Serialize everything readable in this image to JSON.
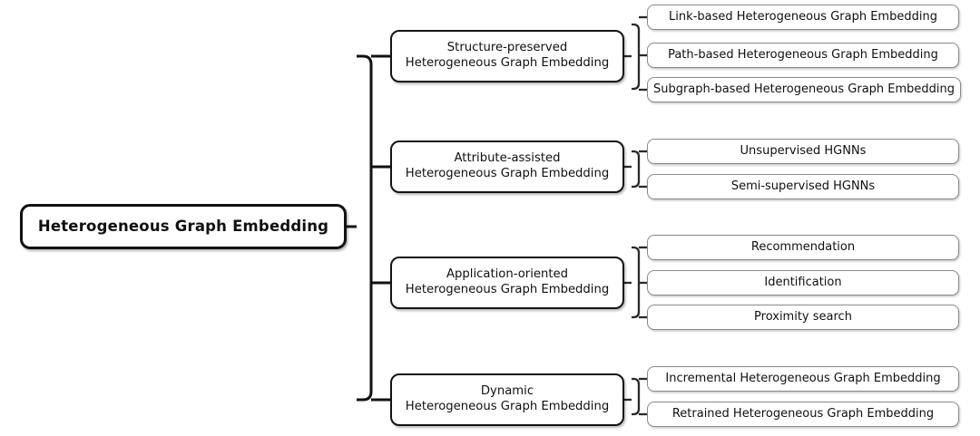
{
  "diagram": {
    "type": "tree-taxonomy",
    "title": "Heterogeneous Graph Embedding",
    "root": {
      "label": "Heterogeneous Graph Embedding"
    },
    "branches": [
      {
        "line1": "Structure-preserved",
        "line2": "Heterogeneous Graph Embedding",
        "children": [
          {
            "label": "Link-based Heterogeneous Graph Embedding"
          },
          {
            "label": "Path-based Heterogeneous Graph Embedding"
          },
          {
            "label": "Subgraph-based Heterogeneous Graph Embedding"
          }
        ]
      },
      {
        "line1": "Attribute-assisted",
        "line2": "Heterogeneous Graph Embedding",
        "children": [
          {
            "label": "Unsupervised HGNNs"
          },
          {
            "label": "Semi-supervised HGNNs"
          }
        ]
      },
      {
        "line1": "Application-oriented",
        "line2": "Heterogeneous Graph Embedding",
        "children": [
          {
            "label": "Recommendation"
          },
          {
            "label": "Identification"
          },
          {
            "label": "Proximity search"
          }
        ]
      },
      {
        "line1": "Dynamic",
        "line2": "Heterogeneous Graph Embedding",
        "children": [
          {
            "label": "Incremental Heterogeneous Graph Embedding"
          },
          {
            "label": "Retrained Heterogeneous Graph Embedding"
          }
        ]
      }
    ],
    "colors": {
      "background": "#ffffff",
      "root_border": "#111111",
      "branch_border": "#141414",
      "leaf_border": "#8a8a8a",
      "text": "#101010",
      "connector_trunk": "#111111",
      "connector_leaf": "#2a2a2a"
    }
  }
}
